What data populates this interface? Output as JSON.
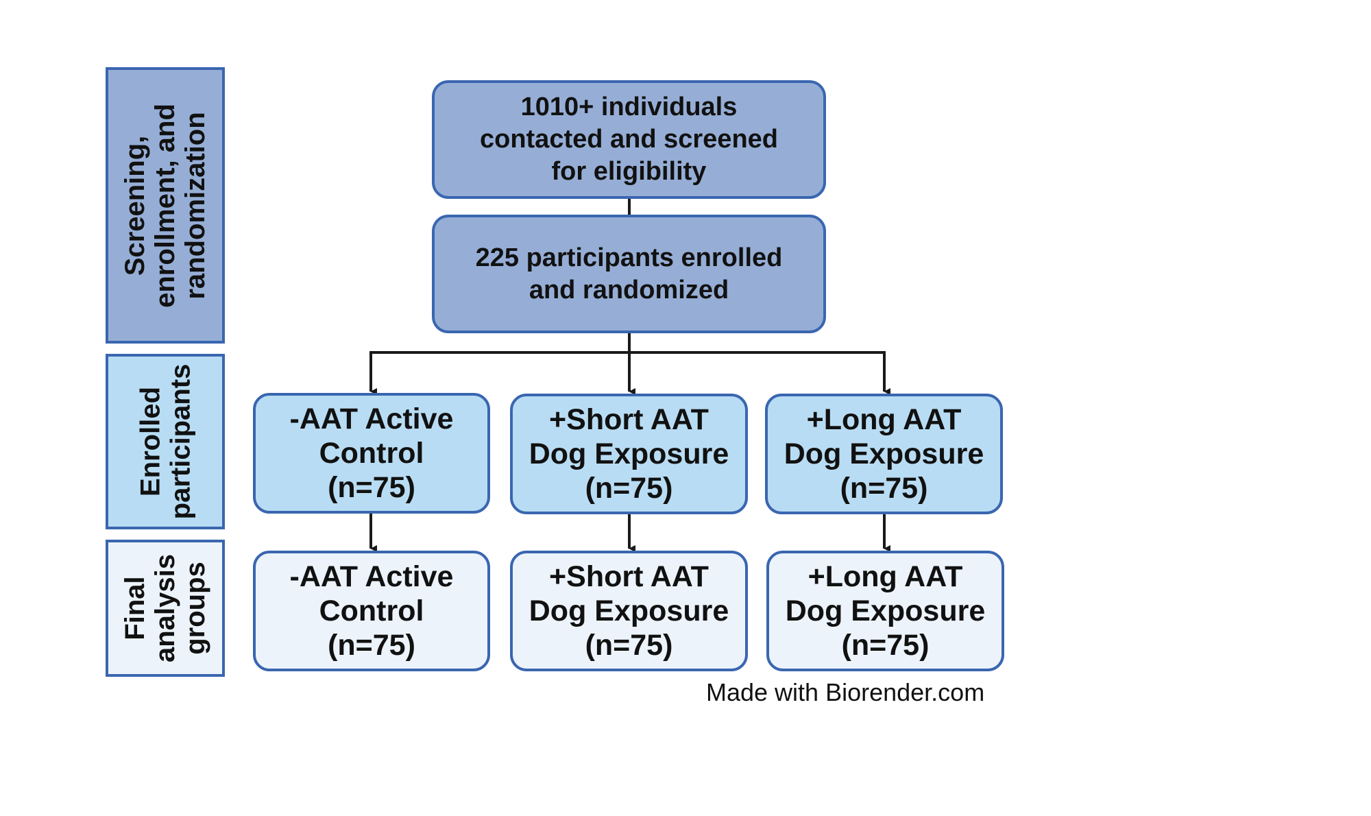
{
  "stages": {
    "screening": "Screening,\nenrollment, and\nrandomization",
    "enrolled": "Enrolled\nparticipants",
    "final": "Final\nanalysis\ngroups"
  },
  "flow": {
    "screened": "1010+ individuals\ncontacted and screened\nfor eligibility",
    "randomized": "225 participants enrolled\nand randomized"
  },
  "enrolled_groups": [
    "-AAT Active\nControl\n(n=75)",
    "+Short AAT\nDog Exposure\n(n=75)",
    "+Long AAT\nDog Exposure\n(n=75)"
  ],
  "final_groups": [
    "-AAT Active\nControl\n(n=75)",
    "+Short AAT\nDog Exposure\n(n=75)",
    "+Long AAT\nDog Exposure\n(n=75)"
  ],
  "colors": {
    "border": "#3a66b0",
    "top_fill": "#96aed6",
    "middle_fill": "#b8dcf3",
    "bottom_fill": "#ecf3fb",
    "connector": "#1a1a1a"
  },
  "credit": "Made with Biorender.com"
}
